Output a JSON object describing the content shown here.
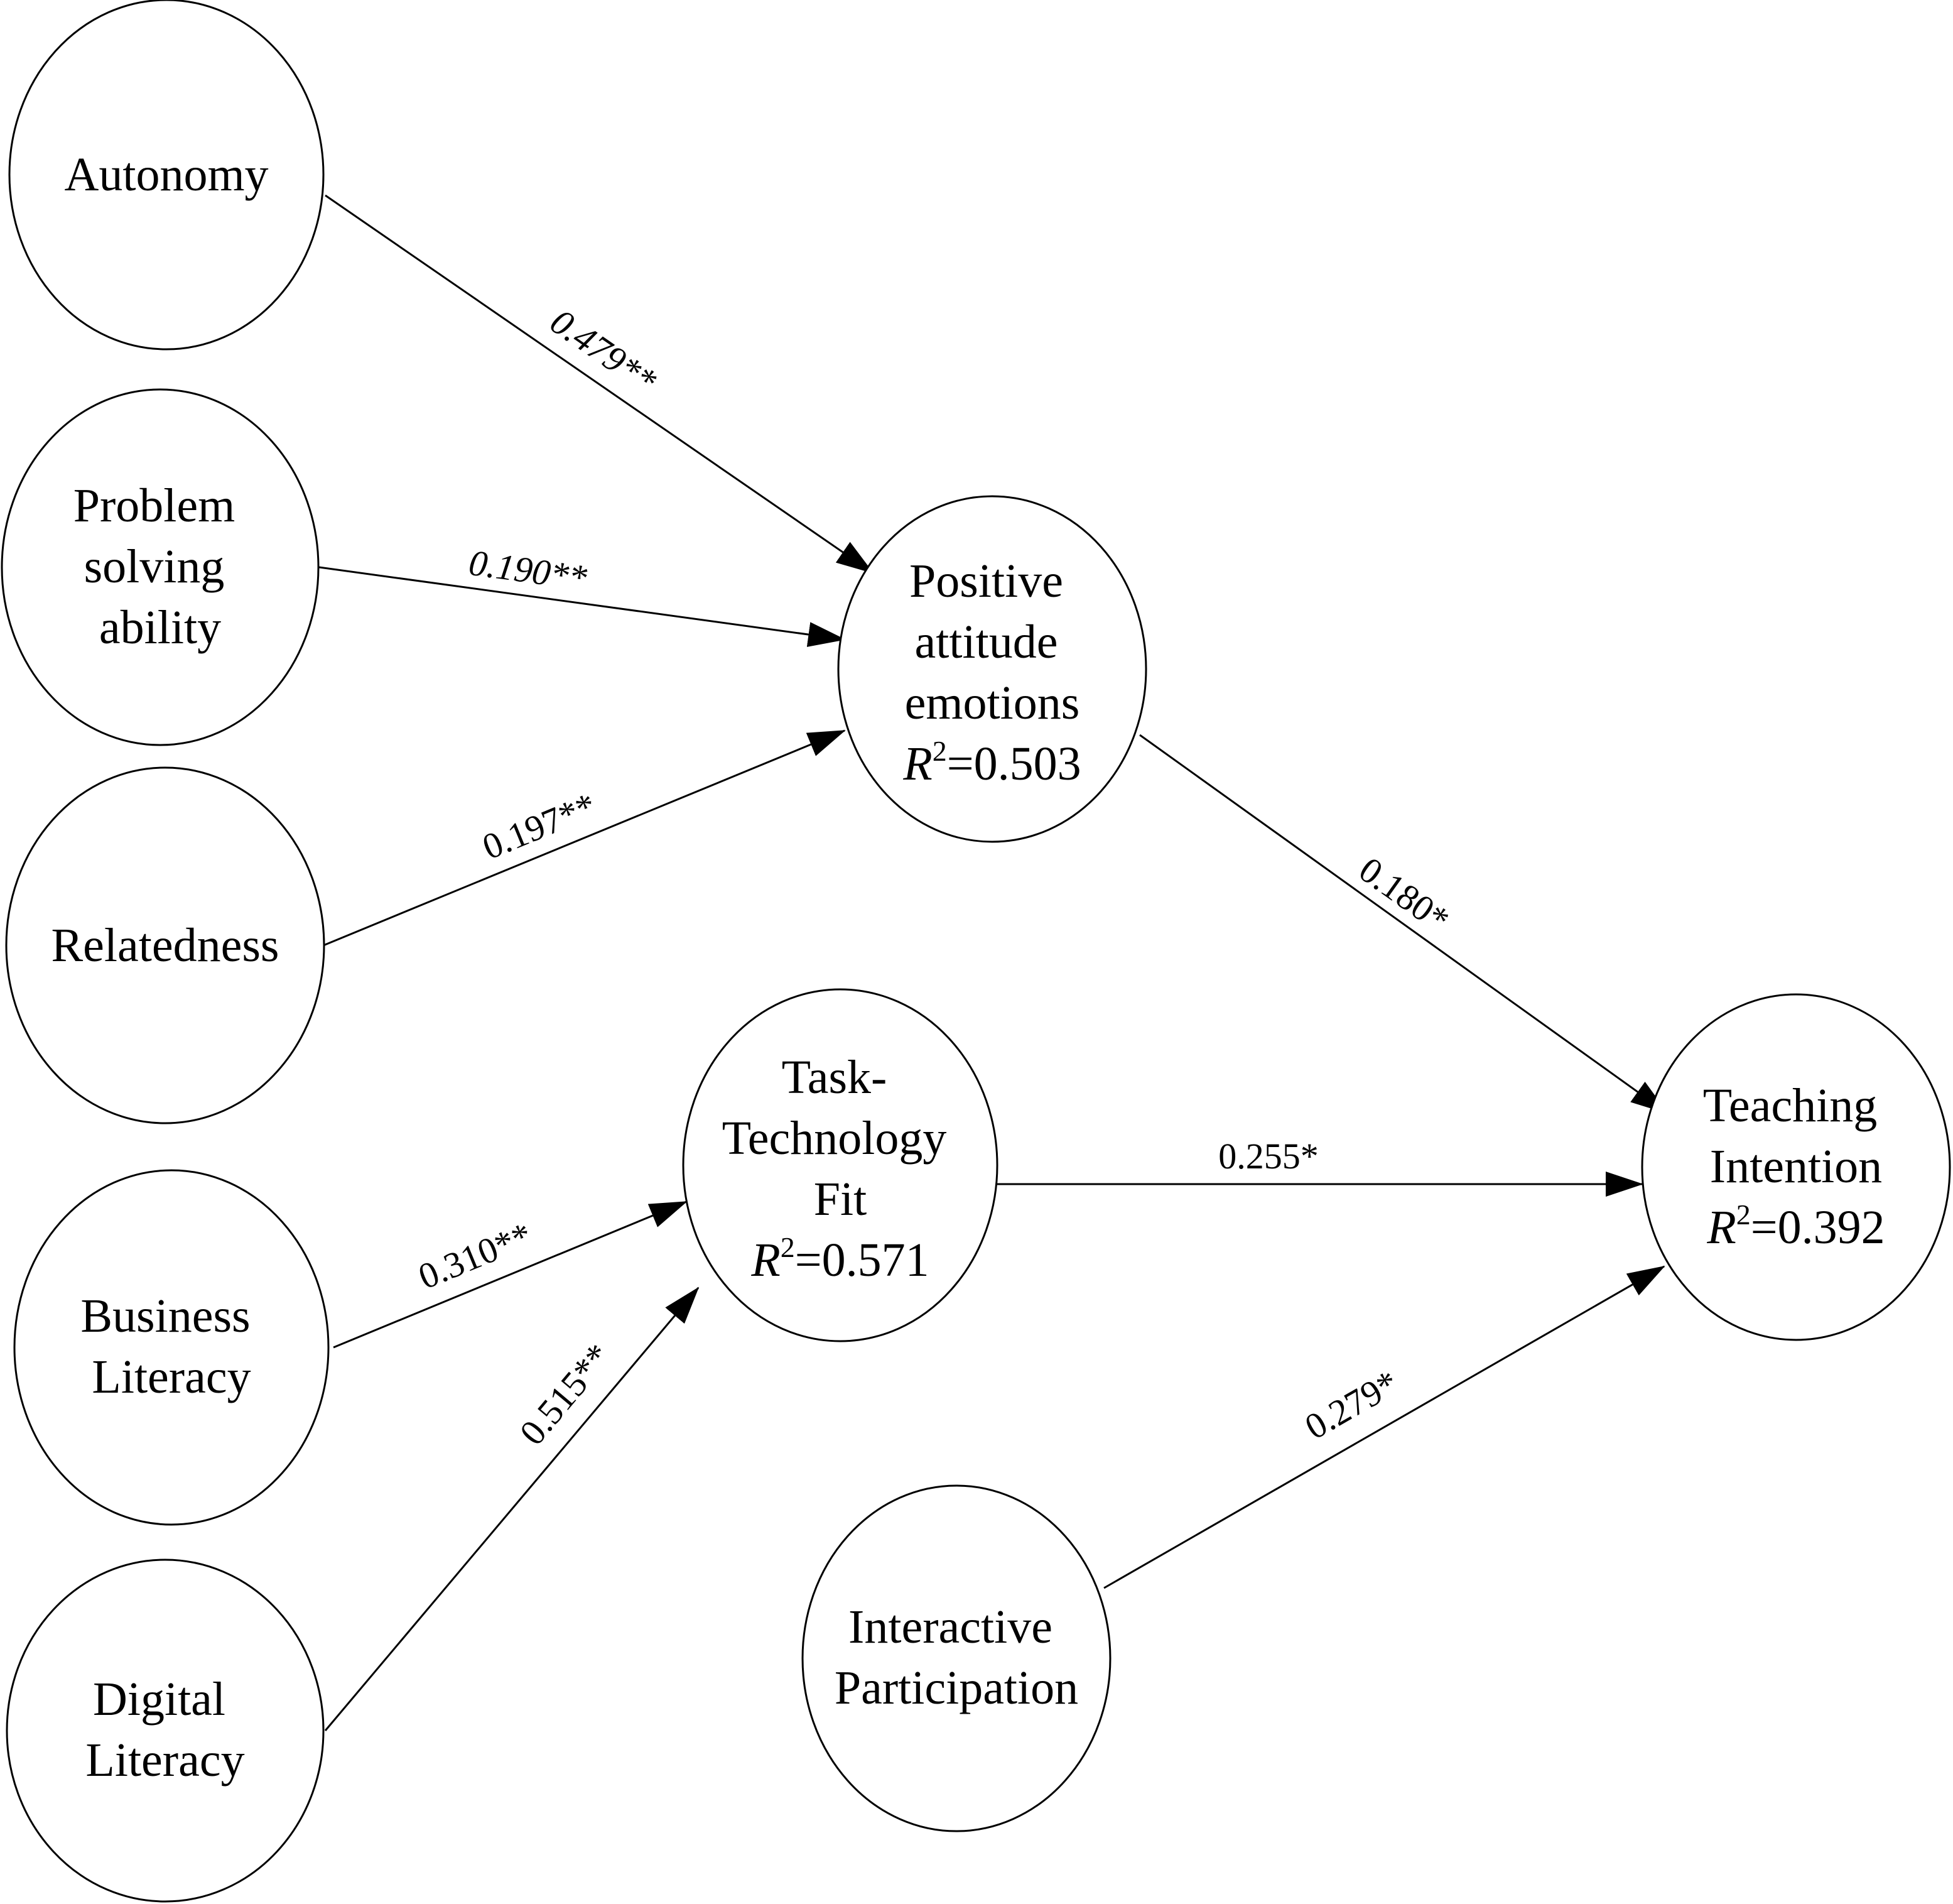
{
  "nodes": {
    "autonomy": {
      "lines": [
        "Autonomy"
      ]
    },
    "problem_solving": {
      "lines": [
        "Problem",
        "solving",
        "ability"
      ]
    },
    "relatedness": {
      "lines": [
        "Relatedness"
      ]
    },
    "business_literacy": {
      "lines": [
        "Business",
        "Literacy"
      ]
    },
    "digital_literacy": {
      "lines": [
        "Digital",
        "Literacy"
      ]
    },
    "positive_attitude": {
      "lines": [
        "Positive",
        "attitude",
        "emotions"
      ],
      "r2_symbol": "R",
      "r2_exp": "2",
      "r2_value": "=0.503"
    },
    "task_technology_fit": {
      "lines": [
        "Task-",
        "Technology",
        "Fit"
      ],
      "r2_symbol": "R",
      "r2_exp": "2",
      "r2_value": "=0.571"
    },
    "interactive_participation": {
      "lines": [
        "Interactive",
        "Participation"
      ]
    },
    "teaching_intention": {
      "lines": [
        "Teaching",
        "Intention"
      ],
      "r2_symbol": "R",
      "r2_exp": "2",
      "r2_value": "=0.392"
    }
  },
  "edges": {
    "autonomy_to_positive": {
      "label": "0.479**"
    },
    "problem_to_positive": {
      "label": "0.190**"
    },
    "relatedness_to_positive": {
      "label": "0.197**"
    },
    "business_to_ttf": {
      "label": "0.310**"
    },
    "digital_to_ttf": {
      "label": "0.515**"
    },
    "positive_to_teaching": {
      "label": "0.180*"
    },
    "ttf_to_teaching": {
      "label": "0.255*"
    },
    "interactive_to_teaching": {
      "label": "0.279*"
    }
  }
}
